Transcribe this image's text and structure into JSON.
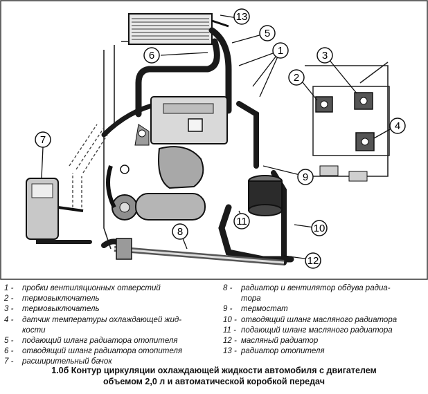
{
  "callouts": [
    "1",
    "2",
    "3",
    "4",
    "5",
    "6",
    "7",
    "8",
    "9",
    "10",
    "11",
    "12",
    "13"
  ],
  "legend_left": [
    {
      "num": "1 -",
      "text": "пробки вентиляционных отверстий"
    },
    {
      "num": "2 -",
      "text": "термовыключатель"
    },
    {
      "num": "3 -",
      "text": "термовыключатель"
    },
    {
      "num": "4 -",
      "text": "датчик температуры охлаждающей жид-\nкости"
    },
    {
      "num": "5 -",
      "text": "подающий шланг радиатора отопителя"
    },
    {
      "num": "6 -",
      "text": "отводящий шланг радиатора отопителя"
    },
    {
      "num": "7 -",
      "text": "расширительный бачок"
    }
  ],
  "legend_right": [
    {
      "num": "8 -",
      "text": "радиатор и вентилятор обдува радиа-\nтора"
    },
    {
      "num": "9 -",
      "text": "термостат"
    },
    {
      "num": "10 -",
      "text": "отводящий шланг масляного радиатора"
    },
    {
      "num": "11 -",
      "text": "подающий шланг масляного радиатора"
    },
    {
      "num": "12 -",
      "text": "масляный радиатор"
    },
    {
      "num": "13 -",
      "text": "радиатор отопителя"
    }
  ],
  "caption_line1": "1.0б Контур циркуляции охлаждающей жидкости автомобиля с двигателем",
  "caption_line2": "объемом 2,0 л и автоматической коробкой передач"
}
